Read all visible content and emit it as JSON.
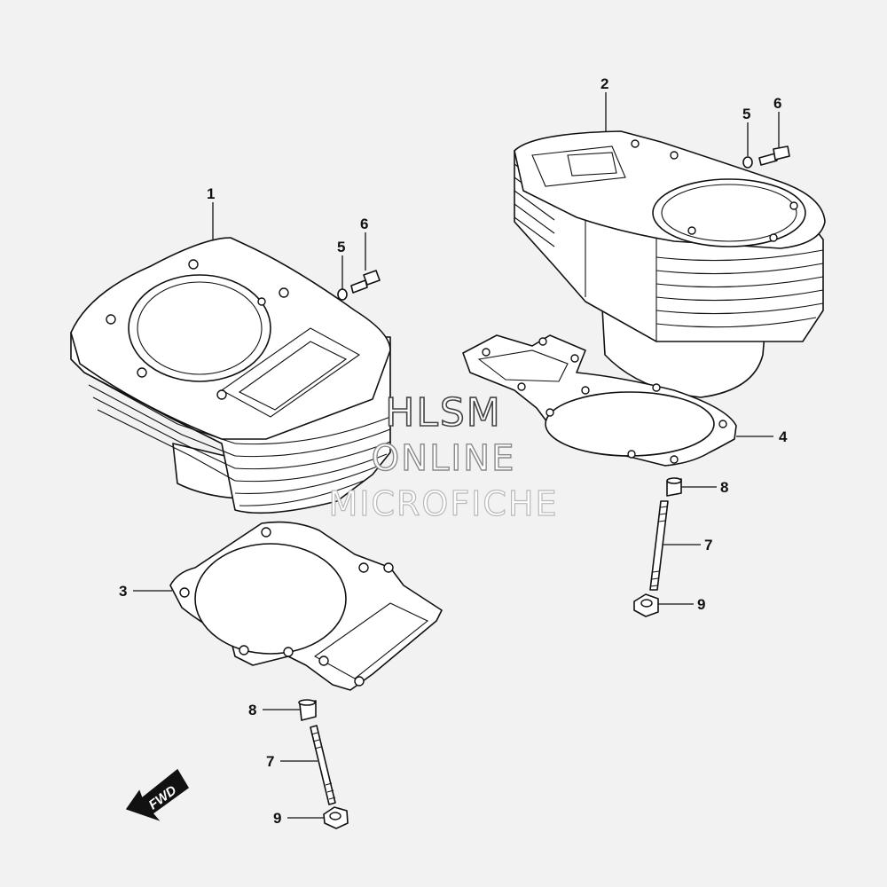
{
  "callouts": {
    "c1": "1",
    "c2": "2",
    "c3": "3",
    "c4": "4",
    "c5a": "5",
    "c5b": "5",
    "c6a": "6",
    "c6b": "6",
    "c7a": "7",
    "c7b": "7",
    "c8a": "8",
    "c8b": "8",
    "c9a": "9",
    "c9b": "9"
  },
  "watermark": {
    "line1": "HLSM",
    "line2": "ONLINE",
    "line3": "MICROFICHE"
  },
  "fwd_arrow": {
    "label": "FWD",
    "icon": "forward-direction-arrow-icon"
  },
  "colors": {
    "background": "#f2f2f2",
    "line": "#111111",
    "part_fill": "#ffffff"
  }
}
